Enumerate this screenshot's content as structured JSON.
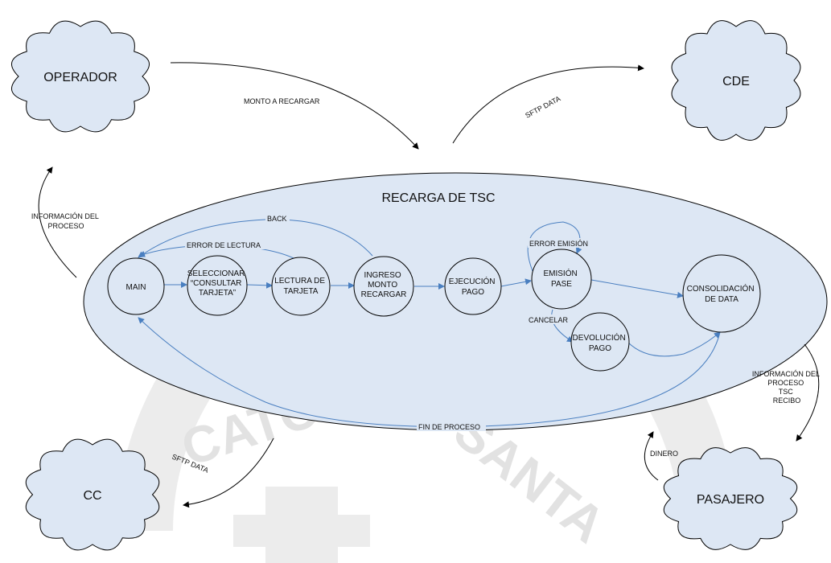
{
  "title": "RECARGA DE TSC",
  "watermark": {
    "left": "CATOLICA",
    "right": "SANTA"
  },
  "clouds": {
    "operador": "OPERADOR",
    "cde": "CDE",
    "cc": "CC",
    "pasajero": "PASAJERO"
  },
  "states": {
    "main": "MAIN",
    "seleccionar": [
      "SELECCIONAR",
      "“CONSULTAR",
      "TARJETA”"
    ],
    "lectura": [
      "LECTURA DE",
      "TARJETA"
    ],
    "ingreso": [
      "INGRESO",
      "MONTO",
      "RECARGAR"
    ],
    "ejecucion": [
      "EJECUCIÓN",
      "PAGO"
    ],
    "emision": [
      "EMISIÓN",
      "PASE"
    ],
    "devolucion": [
      "DEVOLUCIÓN",
      "PAGO"
    ],
    "consolidacion": [
      "CONSOLIDACIÓN",
      "DE DATA"
    ]
  },
  "transitions": {
    "back": "BACK",
    "error_lectura": "ERROR DE LECTURA",
    "error_emision": "ERROR EMISIÓN",
    "cancelar": "CANCELAR",
    "fin": "FIN DE PROCESO"
  },
  "flows": {
    "monto": "MONTO A RECARGAR",
    "sftp_cde": "SFTP DATA",
    "sftp_cc": "SFTP DATA",
    "info_operador": [
      "INFORMACIÓN DEL",
      "PROCESO"
    ],
    "info_pasajero": [
      "INFORMACIÓN DEL",
      "PROCESO",
      "TSC",
      "RECIBO"
    ],
    "dinero": "DINERO"
  },
  "colors": {
    "ellipse_fill": "#dde7f4",
    "cloud_fill": "#dde7f4",
    "state_fill": "#dde7f4",
    "transition": "#4a7fc0",
    "stroke": "#000000"
  }
}
